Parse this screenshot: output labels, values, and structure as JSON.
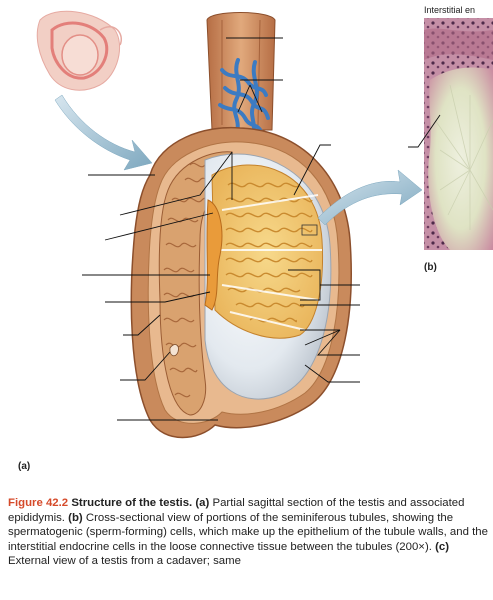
{
  "top_label": "Interstitial en",
  "panel_labels": {
    "a": "(a)",
    "b": "(b)"
  },
  "caption": {
    "figure_number": "Figure 42.2",
    "title": "Structure of the testis.",
    "part_a_label": "(a)",
    "part_a_text": "Partial sagittal section of the testis and associated epididymis.",
    "part_b_label": "(b)",
    "part_b_text": "Cross-sectional view of portions of the seminiferous tubules, showing the spermatogenic (sperm-forming) cells, which make up the epithelium of the tubule walls, and the interstitial endocrine cells in the loose connective tissue between the tubules (200×).",
    "part_c_label": "(c)",
    "part_c_text": "External view of a testis from a cadaver; same"
  },
  "colors": {
    "caption_accent": "#d54a2a",
    "arrow": "#8fb3c6",
    "tunica": "#c98a5c",
    "epididymis": "#d9a26f",
    "tubules": "#f0c46a",
    "vessels": "#3c7bc2",
    "rete": "#e99b3a",
    "albuginea": "#dfe6ee"
  }
}
